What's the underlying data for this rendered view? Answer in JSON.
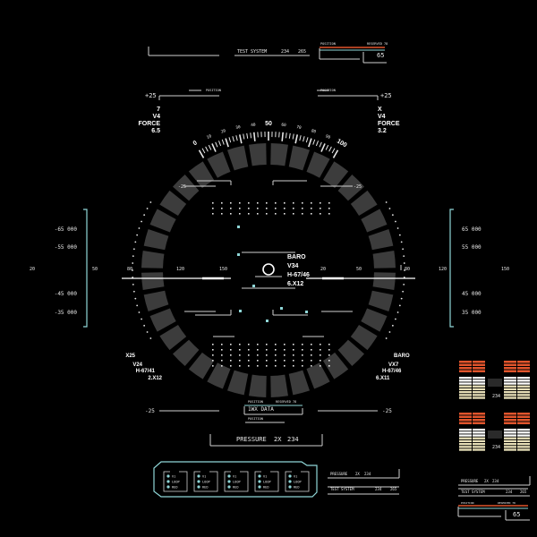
{
  "top_panel": {
    "label": "TEST SYSTEM",
    "code_a": "234",
    "code_b": "265"
  },
  "top_right_panel": {
    "label_a": "POSITION",
    "label_b": "RESERVED 78",
    "value": "65"
  },
  "upper_left_bracket": {
    "label": "POSITION",
    "value": "+25"
  },
  "upper_right_bracket": {
    "label": "POSITION",
    "value": "+25"
  },
  "left_readout": [
    "7",
    "V4",
    "FORCE",
    "6.5"
  ],
  "right_readout": [
    "X",
    "V4",
    "FORCE",
    "3.2"
  ],
  "gauge": {
    "ticks": [
      "0",
      "10",
      "20",
      "30",
      "40",
      "50",
      "60",
      "70",
      "80",
      "90",
      "100"
    ]
  },
  "inner_marks": {
    "left": "-25",
    "right": "-25"
  },
  "center_readout": [
    "BARO",
    "V34",
    "H-67/46",
    "6.X12"
  ],
  "left_altitudes": [
    "-65 000",
    "-55 000",
    "-45 000",
    "-35 000"
  ],
  "right_altitudes": [
    "65 000",
    "55 000",
    "45 000",
    "35 000"
  ],
  "horizontal_scale": {
    "far_left": "20",
    "left_a": "50",
    "left_b": "80",
    "left_c": "120",
    "left_d": "150",
    "right_d": "20",
    "right_c": "50",
    "right_b": "80",
    "right_a": "120",
    "far_right": "150"
  },
  "lower_left_readout": [
    "X25",
    "V24",
    "H-67/41",
    "2.X12"
  ],
  "lower_right_readout": [
    "BARO",
    "VX7",
    "H-67/46",
    "6.X11"
  ],
  "bottom_marks": {
    "left": "-25",
    "right": "-25"
  },
  "wx_panel": {
    "top_label_a": "POSITION",
    "top_label_b": "RESERVED 78",
    "title": "1WX DATA",
    "sub": "POSITION"
  },
  "pressure_bar": {
    "label": "PRESSURE",
    "unit": "2X",
    "value": "234"
  },
  "control_panel": {
    "modules": [
      {
        "rows": [
          "V1",
          "LOOP",
          "RED"
        ]
      },
      {
        "rows": [
          "V1",
          "LOOP",
          "RED"
        ]
      },
      {
        "rows": [
          "V1",
          "LOOP",
          "RED"
        ]
      },
      {
        "rows": [
          "V1",
          "LOOP",
          "RED"
        ]
      },
      {
        "rows": [
          "V1",
          "LOOP",
          "RED"
        ]
      }
    ]
  },
  "bottom_mid_panels": {
    "pressure": {
      "label": "PRESSURE",
      "unit": "2X",
      "value": "234"
    },
    "test": {
      "label": "TEST SYSTEM",
      "code_a": "234",
      "code_b": "265"
    }
  },
  "right_widgets": {
    "block_value_a": "234",
    "block_value_b": "234"
  },
  "bottom_right_panels": {
    "pressure": {
      "label": "PRESSURE",
      "unit": "2X",
      "value": "234"
    },
    "test": {
      "label": "TEST SYSTEM",
      "code_a": "234",
      "code_b": "265"
    },
    "position": {
      "label_a": "POSITION",
      "label_b": "RESERVED 78",
      "value": "65"
    }
  },
  "colors": {
    "cyan": "#8fd7d8",
    "orange": "#e0542c",
    "ring": "#3c3c3c",
    "bg": "#000000"
  }
}
